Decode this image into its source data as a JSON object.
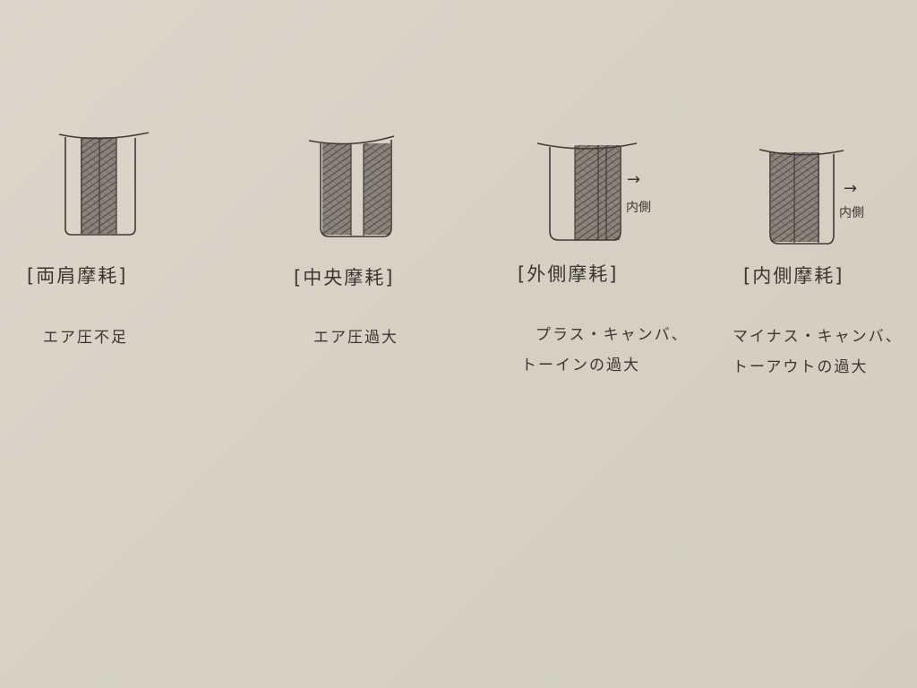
{
  "diagrams": [
    {
      "label": "[両肩摩耗]",
      "cause_lines": [
        "エア圧不足"
      ]
    },
    {
      "label": "[中央摩耗]",
      "cause_lines": [
        "エア圧過大"
      ]
    },
    {
      "label": "[外側摩耗]",
      "cause_lines": [
        "プラス・キャンバ、",
        "トーインの過大"
      ],
      "arrow": "→",
      "arrow_note": "内側"
    },
    {
      "label": "[内側摩耗]",
      "cause_lines": [
        "マイナス・キャンバ、",
        "トーアウトの過大"
      ],
      "arrow": "→",
      "arrow_note": "内側"
    }
  ]
}
